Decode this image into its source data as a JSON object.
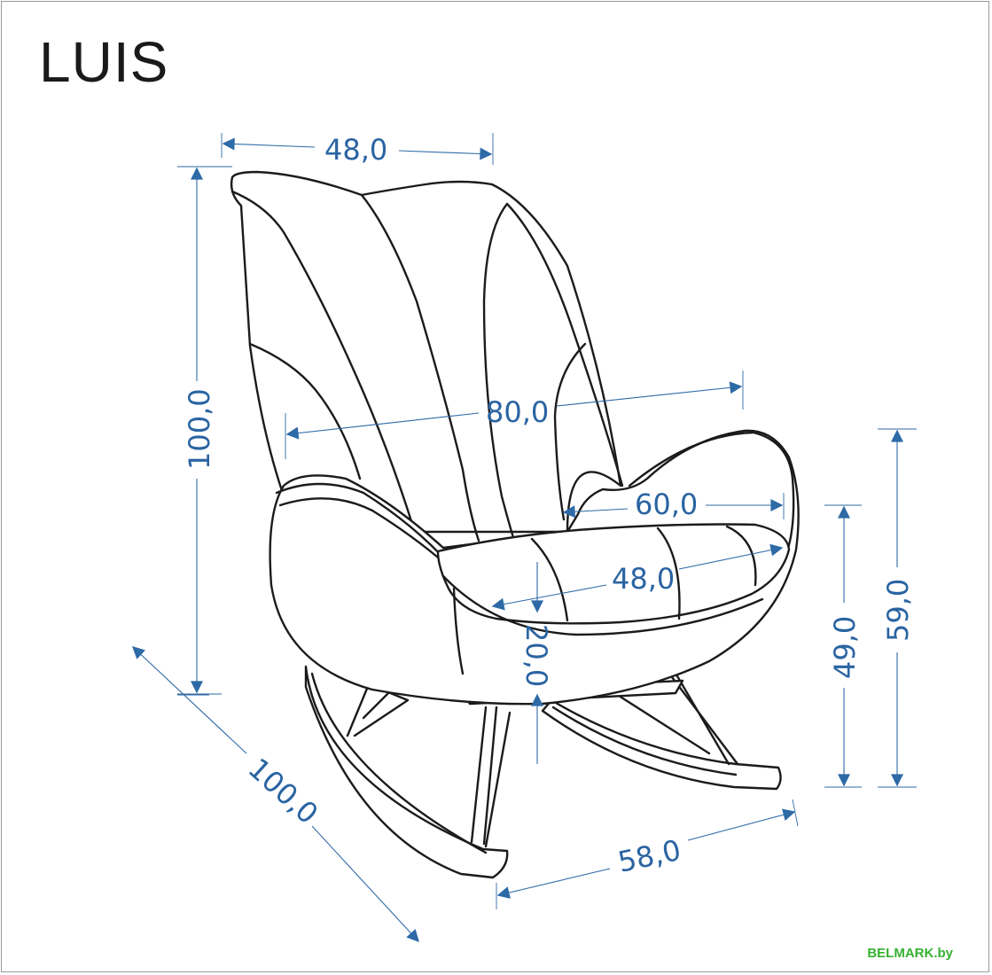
{
  "title": "LUIS",
  "watermark": "BELMARK.by",
  "colors": {
    "dimension": "#2f6aa6",
    "outline": "#1b1b1b",
    "watermark": "#35b12f"
  },
  "dimensions": {
    "top_width": "48,0",
    "height": "100,0",
    "overall_width": "80,0",
    "armrest_width": "60,0",
    "seat_width": "48,0",
    "seat_cushion": "20,0",
    "seat_height": "49,0",
    "armrest_height": "59,0",
    "depth": "100,0",
    "base_width": "58,0"
  }
}
